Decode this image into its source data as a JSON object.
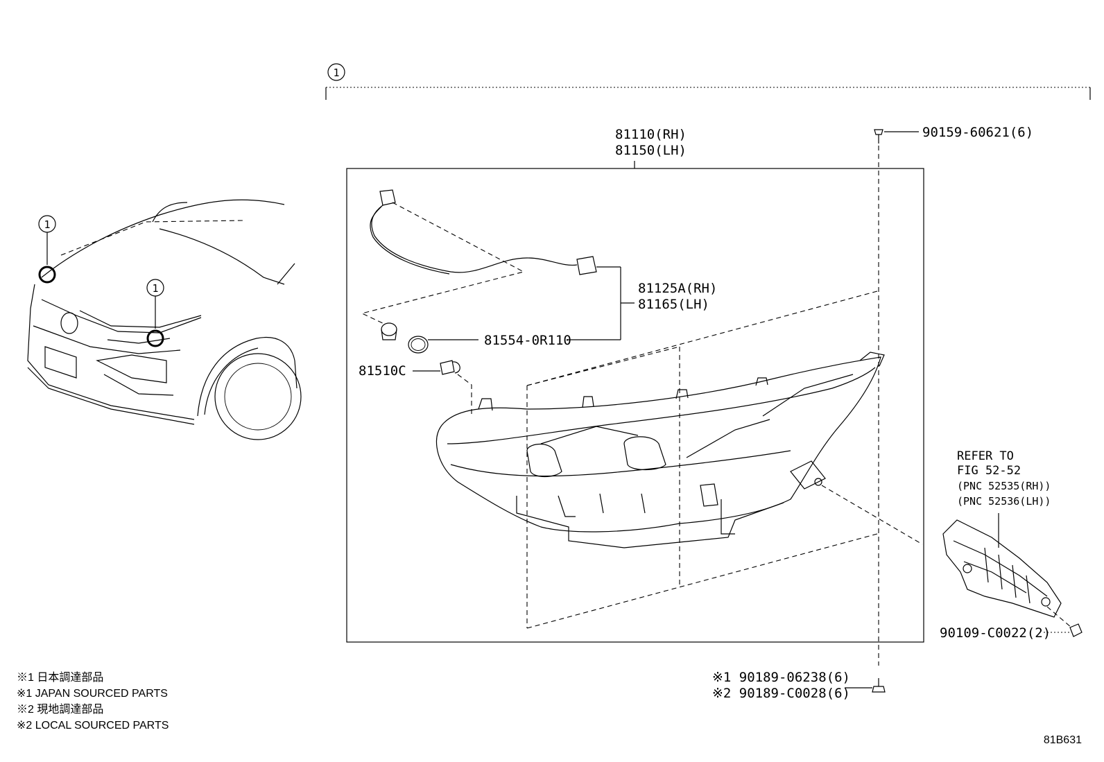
{
  "callouts": {
    "index_mark": "1"
  },
  "parts": {
    "headlamp_unit": {
      "line1": "81110(RH)",
      "line2": "81150(LH)"
    },
    "wire_socket": {
      "line1": "81125A(RH)",
      "line2": "81165(LH)"
    },
    "gasket": "81554-0R110",
    "bulb": "81510C",
    "top_screw": "90159-60621(6)",
    "bracket_screw": "90109-C0022(2)",
    "bottom_screw": {
      "line1": "※1 90189-06238(6)",
      "line2": "※2 90189-C0028(6)"
    }
  },
  "refer": {
    "line1": "REFER TO",
    "line2": "FIG 52-52",
    "line3": "(PNC 52535(RH))",
    "line4": "(PNC 52536(LH))"
  },
  "notes": [
    "※1 日本調達部品",
    "※1 JAPAN SOURCED PARTS",
    "※2 現地調達部品",
    "※2 LOCAL SOURCED PARTS"
  ],
  "figure_code": "81B631"
}
